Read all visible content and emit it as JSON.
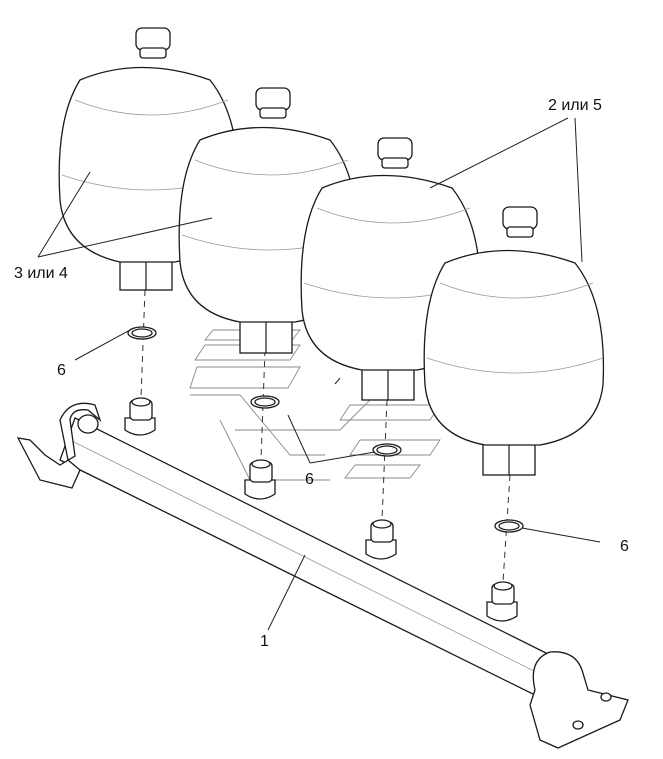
{
  "diagram": {
    "type": "exploded parts view",
    "subject": "accumulator manifold assembly",
    "callouts": [
      {
        "id": "part-1",
        "text": "1",
        "refers_to": "manifold tube with brackets"
      },
      {
        "id": "part-2-5",
        "text": "2 или 5",
        "refers_to": "right two accumulators"
      },
      {
        "id": "part-3-4",
        "text": "3 или 4",
        "refers_to": "left two accumulators"
      },
      {
        "id": "part-6a",
        "text": "6",
        "refers_to": "sealing ring"
      },
      {
        "id": "part-6b",
        "text": "6",
        "refers_to": "sealing rings (middle)"
      },
      {
        "id": "part-6c",
        "text": "6",
        "refers_to": "sealing ring (right)"
      }
    ],
    "component_counts": {
      "accumulators": 4,
      "sealing_rings": 4,
      "fittings": 4,
      "brackets": 2
    }
  }
}
